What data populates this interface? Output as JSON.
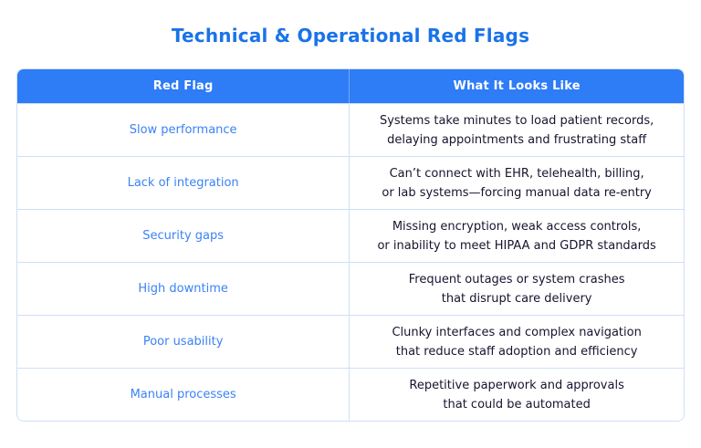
{
  "title": "Technical & Operational Red Flags",
  "colors": {
    "title_blue": "#1a73e8",
    "header_bg": "#2e7cf6",
    "header_text": "#ffffff",
    "flag_text": "#3b82f6",
    "body_text": "#17142e",
    "border": "#cfdff8"
  },
  "chart_data": {
    "type": "table",
    "title": "Technical & Operational Red Flags",
    "columns": [
      "Red Flag",
      "What It Looks Like"
    ],
    "rows": [
      {
        "flag": "Slow performance",
        "desc_line1": "Systems take minutes to load patient records,",
        "desc_line2": "delaying appointments and frustrating staff"
      },
      {
        "flag": "Lack of integration",
        "desc_line1": "Can’t connect with EHR, telehealth, billing,",
        "desc_line2": "or lab systems—forcing manual data re-entry"
      },
      {
        "flag": "Security gaps",
        "desc_line1": "Missing encryption, weak access controls,",
        "desc_line2": "or inability to meet HIPAA and GDPR standards"
      },
      {
        "flag": "High downtime",
        "desc_line1": "Frequent outages or system crashes",
        "desc_line2": "that disrupt care delivery"
      },
      {
        "flag": "Poor usability",
        "desc_line1": "Clunky interfaces and complex navigation",
        "desc_line2": "that reduce staff adoption and efficiency"
      },
      {
        "flag": "Manual processes",
        "desc_line1": "Repetitive paperwork and approvals",
        "desc_line2": "that could be automated"
      }
    ]
  }
}
